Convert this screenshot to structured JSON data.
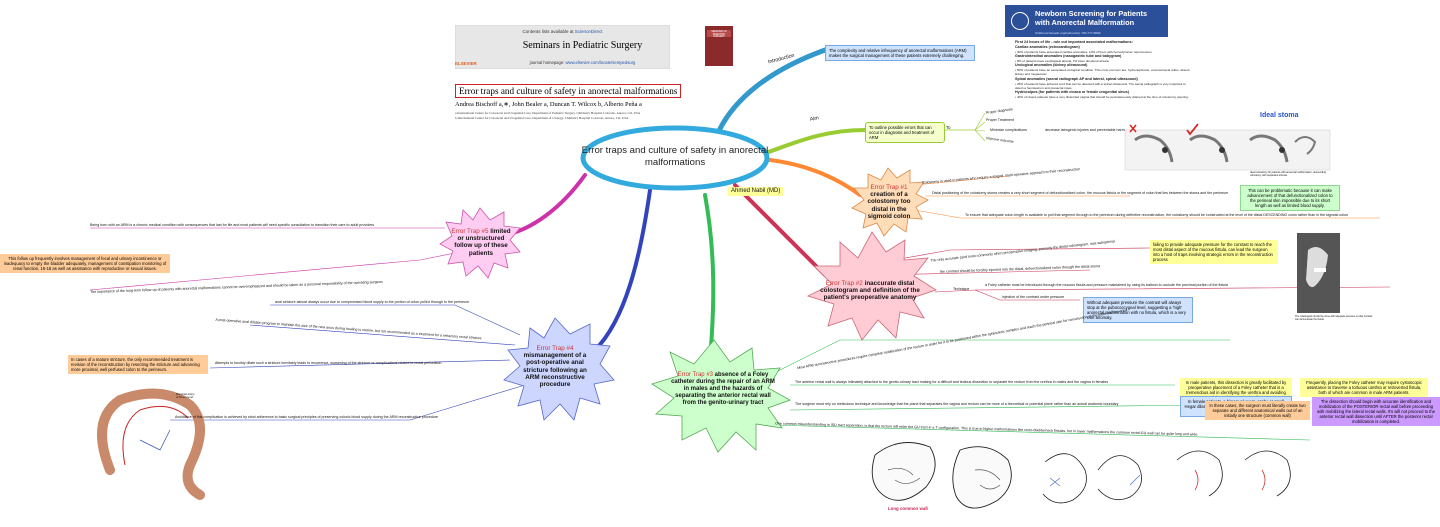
{
  "center": {
    "title": "Error traps and culture of safety in anorectal malformations",
    "author": "Ahmed Nabil (MD)"
  },
  "journal_header": {
    "contents_line": "Contents lists available at",
    "contents_link": "ScienceDirect",
    "journal_name": "Seminars in Pediatric Surgery",
    "homepage_label": "journal homepage:",
    "homepage_url": "www.elsevier.com/locate/sempedsurg",
    "publisher": "ELSEVIER",
    "cover_label": "SEMINARS IN PEDIATRIC SURGERY"
  },
  "paper": {
    "title": "Error traps and culture of safety in anorectal malformations",
    "authors": "Andrea Bischoff a,∗, John Bealer a, Duncan T. Wilcox b, Alberto Peña a",
    "affiliation_a": "a International Center for Colorectal and Urogenital Care, Department of Pediatric Surgery, Children's Hospital Colorado, Aurora, CO, USA",
    "affiliation_b": "b International Center for Colorectal and Urogenital Care, Department of Urology, Children's Hospital Colorado, Aurora, CO, USA"
  },
  "newborn": {
    "banner_line1": "Newborn Screening for Patients",
    "banner_line2": "with Anorectal Malformation",
    "banner_sub": "childrenscolorado.org/colorectal | 720-777-6669",
    "heading": "First 24 hours of life - rule out important associated malformations:",
    "cardiac": "Cardiac anomalies (echocardiogram)",
    "cardiac_text": "• 30% of patients have associated cardiac anomalies, 10% of them with hemodynamic repercussion.",
    "gi": "Gastrointestinal anomalies (nasogastric tube and babygram)",
    "gi_text": "• 8% of patients have esophageal atresia, 1% have duodenal atresia.",
    "uro": "Urological anomalies (kidney ultrasound)",
    "uro_text": "• 50% of patients have an associated urological condition. This most common are: hydronephrosis, vesicoureteral reflux, absent kidney and megaureter.",
    "spinal": "Spinal anomalies (sacral radiograph AP and lateral, spinal ultrasound)",
    "spinal_text": "• 25% of patients have tethered cord that can be detected with a spinal ultrasound. The sacral radiograph is very important to detect a hemisacrum and presacral mass.",
    "cloaca": "Hydrocolpos (for patients with cloaca or female urogenital sinus)",
    "cloaca_text": "• 40% of cloaca patients have a very distended vagina that should be percutaneously drained at the time of colostomy opening."
  },
  "intro": {
    "label": "Introduction",
    "text": "The complexity and relative infrequency of anorectal malformations (ARM) makes the surgical management of these patients extremely challenging."
  },
  "aim": {
    "label": "Aim",
    "text": "To outline possible errors that can occur in diagnosis and treatment of ARM",
    "to": "To",
    "items": [
      "Proper diagnosis",
      "Proper Treatment",
      "Minimize complications",
      "Improve outcome"
    ],
    "tail": "decrease iatrogenic injuries and preventable harm"
  },
  "ideal_stoma": "Ideal stoma",
  "stoma_caption": "Ideal colostomy for patients with anorectal malformation: descending colostomy with separated stomas.",
  "trap1": {
    "tag": "Error Trap #1",
    "title": "creation of a colostomy too distal in the sigmoid colon",
    "b1": "Colostomy is used in patients who require a staged, multi-operative approach to their reconstruction",
    "b2": "Distal positioning of the colostomy stoma creates a very short segment of defunctionalized colon, the mucous fistula or the segment of colon that lies between the stoma and the perineum",
    "b3": "To ensure that adequate colon length is available to pull that segment through to the perineum during definitive reconstruction, the colostomy should be constructed at the level of the distal DESCENDING colon rather than in the sigmoid colon",
    "note": "This can be problematic because it can make advancement of that defunctionalized colon to the perineal skin impossible due to its short length as well as limited blood supply."
  },
  "trap2": {
    "tag": "Error Trap #2",
    "title": "inaccurate distal colostogram and definition of the patient's preoperative anatomy",
    "b1": "The only accurate (and most commonly when preoperative imaging, primarily the distal colostogram, was suboptimal",
    "b2": "the contrast should be forcibly injected into the distal, defunctionalized colon through the distal stoma",
    "technique": "Technique",
    "b3": "a Foley catheter must be introduced through the mucous fistula and pressure maintained by using its balloon to occlude the proximal portion of the fistula",
    "b4": "injection of the contrast under pressure",
    "yel": "failing to provide adequate pressure for the contrast to reach the most distal aspect of the mucous fistula, can lead the surgeon into a host of traps involving strategic errors in the reconstruction process",
    "blue": "Without adequate pressure the contrast will always stop at the pubococcygeal level, suggesting a 'high' anorectal malformation with no fistula, which is a very rare anomaly.",
    "caption": "The colostogram should be done with adequate pressure so that contrast can demonstrate the fistula."
  },
  "trap3": {
    "tag": "Error Trap #3",
    "title": "absence of a Foley catheter during the repair of an ARM in males and the hazards of separating the anterior rectal wall from the genito-urinary tract",
    "b1": "Most ARM reconstructive procedures require complete mobilization of the rectum in order for it to be positioned within the sphincteric complex and reach the perineal skin for construction of the patient's neo-anus",
    "b2": "The anterior rectal wall is always intimately attached to the genito-urinary tract making for a difficult and tedious dissection to separate the rectum from the urethra in males and the vagina in females",
    "b3": "The surgeon must rely on meticulous technique and knowledge that the plane that separates the vagina and rectum can be more of a theoretical or potential plane rather than an actual anatomic boundary",
    "b4": "One common misunderstanding in ISU tract separation, is that the rectum will enter the GU tract in a T configuration. This is true in higher malformations like recto-bladderneck fistulas, but in lower malformations the common rectal-GU wall can be quite long and wide.",
    "yel": "In male patients, this dissection is greatly facilitated by preoperative placement of a Foley catheter that is a tremendous aid in identifying the urethra and avoiding injury of the urethral wall.",
    "yel2": "Frequently, placing the Foley catheter may require cystoscopic assistance to traverse a tortuous urethra or retroverted fistula, both of which are common in male ARM patients.",
    "blue": "In female patients, a bimanual exam, probe or small Hegar dilator in the vagina can serve the same purpose as a Foley catheter in the male",
    "org": "In these cases, the surgeon must literally create two separate and different anatomical walls out of an initially one structure (common wall)",
    "pur": "The dissection should begin with accurate identification and mobilization of the POSTERIOR rectal wall before proceeding with mobilizing the lateral rectal walls. It's will not proceed to the anterior rectal wall dissection until AFTER the posterior rectal mobilization is completed.",
    "fig_caption": "Long common wall"
  },
  "trap4": {
    "tag": "Error Trap #4",
    "title": "mismanagement of a post-operative anal stricture following an ARM reconstructive procedure",
    "b1": "anal stricture almost always occur due to compromised blood supply to the portion of colon pulled through to the perineum",
    "b2": "A post-operative anal dilation program to maintain the size of the new anus during healing is routine, but not recommended as a treatment for a refractory rectal stricture",
    "b3": "Attempts to forcibly dilate such a stricture inevitably leads to recurrence, worsening of the stricture or complications related to rectal perforation",
    "b4": "Avoidance of this complication is achieved by strict adherence to basic surgical principles of preserving colonic blood supply during the ARM reconstructive procedure",
    "org": "In cases of a mature stricture, the only recommended treatment is revision of the reconstruction by resecting the stricture and advancing more proximal, well perfused colon to the perineum.",
    "fig_caption": "Marginal artery of Drummond"
  },
  "trap5": {
    "tag": "Error Trap #5",
    "title": "limited or unstructured follow up of these patients",
    "b1": "Being born with an ARM is a chronic medical condition with consequences that last for life and most patients will need specific consultation to transition their care to adult providers",
    "b2": "The importance of the long-term follow-up of patients with anorectal malformations cannot be overemphasized and should be taken as a personal responsibility of the operating surgeon",
    "org": "This follow up frequently involves management of fecal and urinary incontinence or inadequacy to empty the bladder adequately, management of constipation monitoring of renal function, 16-18 as well as assistance with reproductive or sexual issues."
  },
  "colors": {
    "intro": "#3399cc",
    "aim": "#99cc33",
    "trap1": "#ff8833",
    "trap2": "#cc3355",
    "trap3": "#33bb55",
    "trap4": "#3344bb",
    "trap5": "#cc33aa",
    "center_ring": "#33aadd"
  }
}
